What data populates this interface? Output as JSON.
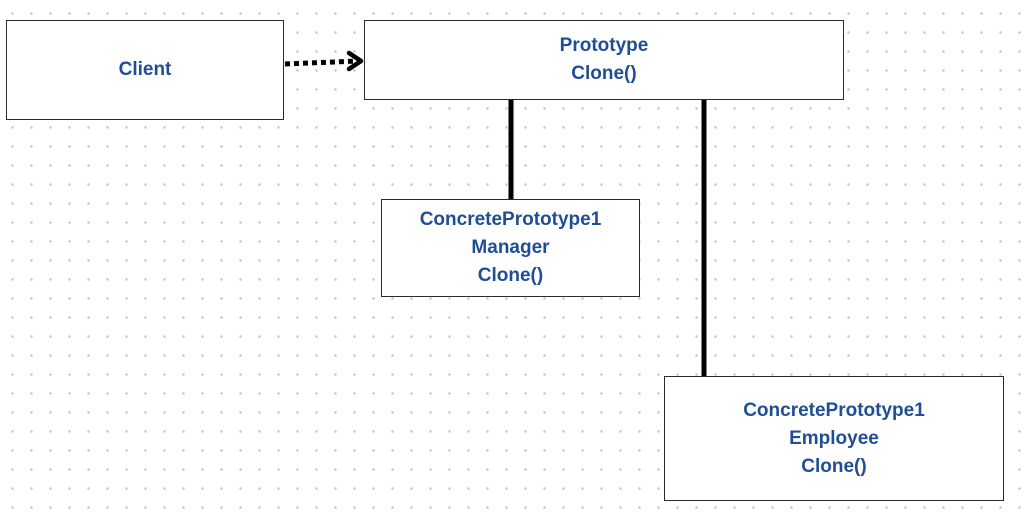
{
  "diagram": {
    "client": {
      "label": "Client"
    },
    "prototype": {
      "name": "Prototype",
      "method": "Clone()"
    },
    "concrete_manager": {
      "name": "ConcretePrototype1",
      "role": "Manager",
      "method": "Clone()"
    },
    "concrete_employee": {
      "name": "ConcretePrototype1",
      "role": "Employee",
      "method": "Clone()"
    }
  },
  "colors": {
    "text": "#1f4e96",
    "border": "#2b2b2b",
    "connector": "#000000",
    "grid_dot": "#c4c4c4"
  }
}
